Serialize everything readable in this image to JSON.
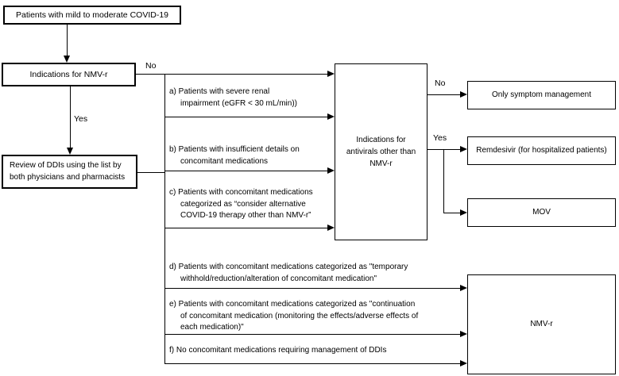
{
  "boxes": {
    "start": "Patients with mild to moderate COVID-19",
    "indications_nmvr": "Indications for NMV-r",
    "review_ddis": [
      "Review of DDIs using the list by",
      "both physicians and pharmacists"
    ],
    "indications_other": [
      "Indications for",
      "antivirals other than",
      "NMV-r"
    ],
    "only_symptom": "Only symptom management",
    "remdesivir": "Remdesivir (for hospitalized patients)",
    "mov": "MOV",
    "nmvr": "NMV-r"
  },
  "edge_labels": {
    "nmvr_no": "No",
    "nmvr_yes": "Yes",
    "antivirals_no": "No",
    "antivirals_yes": "Yes"
  },
  "criteria": {
    "a": [
      "a) Patients with severe renal",
      "impairment (eGFR < 30 mL/min))"
    ],
    "b": [
      "b) Patients with insufficient details on",
      "concomitant medications"
    ],
    "c": [
      "c) Patients with concomitant medications",
      "categorized as “consider alternative",
      "COVID-19 therapy other than NMV-r”"
    ],
    "d": [
      "d) Patients with concomitant medications categorized as \"temporary",
      "withhold/reduction/alteration of concomitant medication\""
    ],
    "e": [
      "e) Patients with concomitant medications categorized as \"continuation",
      "of concomitant medication (monitoring the effects/adverse effects of",
      "each medication)\""
    ],
    "f": [
      "f) No concomitant medications requiring management of DDIs"
    ]
  },
  "colors": {
    "background": "#ffffff",
    "line": "#000000",
    "box_border": "#000000",
    "text": "#000000"
  }
}
